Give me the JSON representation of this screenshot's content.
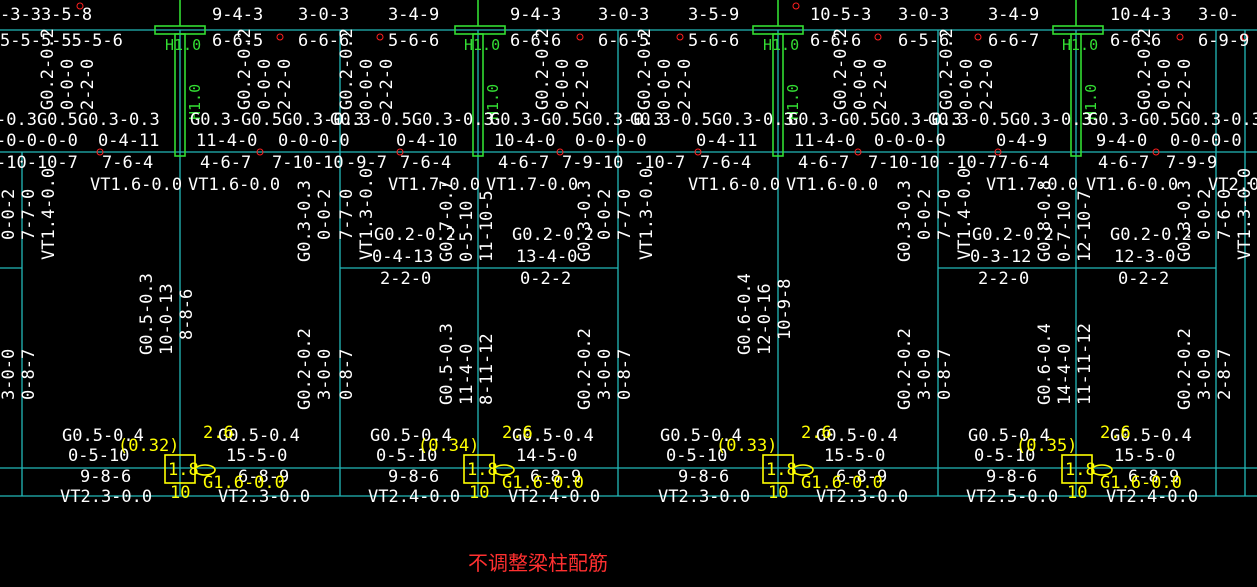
{
  "caption": "不调整梁柱配筋",
  "colors": {
    "background": "#000000",
    "text": "#ffffff",
    "grid": "#22b8b8",
    "column": "#33dd33",
    "joint": "#ffff00",
    "caption": "#ff2020"
  },
  "top_rebar": {
    "row1": [
      "-3-33-5-8",
      "9-4-3",
      "3-0-3",
      "3-4-9",
      "9-4-3",
      "3-0-3",
      "3-5-9",
      "10-5-3",
      "3-0-3",
      "3-4-9",
      "10-4-3",
      "3-0-"
    ],
    "row2": [
      "5-5-5-55-5-6",
      "6-6-5",
      "6-6-6",
      "5-6-6",
      "6-6-6",
      "6-6-5",
      "5-6-6",
      "6-6-6",
      "6-5-6",
      "6-6-7",
      "6-6-6",
      "6-9-9"
    ]
  },
  "column_labels": [
    "H1.0",
    "H1.0",
    "H1.0",
    "H1.0"
  ],
  "upper_beams": {
    "row1": [
      "-0.3G0.5G0.3-0.3",
      "G0.3-G0.5G0.3-0.3",
      "G0.3-0.5G0.3-0.3",
      "G0.3-G0.5G0.3-0.3",
      "G0.3-0.5G0.3-0.3",
      "G0.3-G0.5G0.3-0.3"
    ],
    "row2": [
      "-0-0-0-0",
      "0-4-11",
      "11-4-0",
      "0-0-0-0",
      "0-4-10",
      "10-4-0",
      "0-0-0-0",
      "0-4-11",
      "11-4-0",
      "0-0-0-0",
      "0-4-9",
      "9-4-0",
      "0-0-0-0"
    ],
    "row3": [
      "-10-10-7",
      "7-6-4",
      "4-6-7",
      "7-10-10",
      "-9-7",
      "7-6-4",
      "4-6-7",
      "7-9-10",
      "-10-7",
      "7-6-4",
      "4-6-7",
      "7-10-10",
      "-10-7",
      "7-6-4",
      "4-6-7",
      "7-9-9"
    ],
    "row4": [
      "VT1.6-0.0",
      "VT1.6-0.0",
      "VT1.7-0.0",
      "VT1.7-0.0",
      "VT1.6-0.0",
      "VT1.6-0.0",
      "VT1.7-0.0",
      "VT1.6-0.0",
      "VT2.0"
    ]
  },
  "vertical_upper": [
    "G0.2-0.2",
    "0-0-0",
    "2-2-0",
    "G0.2-0.2",
    "0-0-0",
    "2-2-0",
    "G0.2-0.2",
    "0-0-0",
    "2-2-0",
    "G0.2-0.2",
    "0-0-0",
    "2-2-0",
    "G0.2-0.2",
    "0-0-0",
    "2-2-0",
    "G0.2-0.2",
    "0-0-0",
    "2-2-0"
  ],
  "vertical_mid": [
    "0-0-2",
    "7-7-0",
    "VT1.4-0.0",
    "G0.3-0.3",
    "0-0-2",
    "7-7-0",
    "VT1.3-0.0",
    "G0.7-0.7",
    "0-5-10",
    "11-10-5",
    "G0.3-0.3",
    "0-0-2",
    "7-7-0",
    "VT1.3-0.0",
    "G0.3-0.3",
    "0-0-2",
    "7-7-0",
    "VT1.4-0.0",
    "G0.8-0.8",
    "0-7-10",
    "12-10-7",
    "G0.3-0.3",
    "0-0-2",
    "7-6-0",
    "VT1.3-0.0"
  ],
  "mid_beams": [
    {
      "a": "G0.2-0.2",
      "b": "0-4-13",
      "c": "2-2-0"
    },
    {
      "a": "G0.2-0.2",
      "b": "13-4-0",
      "c": "0-2-2"
    },
    {
      "a": "G0.2-0.2",
      "b": "0-3-12",
      "c": "2-2-0"
    },
    {
      "a": "G0.2-0.2",
      "b": "12-3-0",
      "c": "0-2-2"
    }
  ],
  "big_columns": [
    {
      "a": "G0.5-0.3",
      "b": "10-0-13",
      "c": "8-8-6"
    },
    {
      "a": "G0.6-0.4",
      "b": "12-0-16",
      "c": "10-9-8"
    }
  ],
  "lower_columns": [
    "3-0-0",
    "0-8-7",
    "G0.2-0.2",
    "3-0-0",
    "0-8-7",
    "G0.5-0.3",
    "11-4-0",
    "8-11-12",
    "G0.2-0.2",
    "3-0-0",
    "0-8-7",
    "G0.2-0.2",
    "3-0-0",
    "0-8-7",
    "G0.6-0.4",
    "14-4-0",
    "11-11-12",
    "G0.2-0.2",
    "3-0-0",
    "2-8-7"
  ],
  "lower_beams": [
    {
      "l1": "G0.5-0.4",
      "l2": "0-5-10",
      "l3": "9-8-6",
      "l4": "VT2.3-0.0",
      "r1": "G0.5-0.4",
      "r2": "15-5-0",
      "r3": "G1.6-0.0",
      "r3b": "6-8-9",
      "r4": "VT2.3-0.0",
      "joint": "(0.32)",
      "j1": "2.6",
      "j2": "1.8",
      "j3": "10"
    },
    {
      "l1": "G0.5-0.4",
      "l2": "0-5-10",
      "l3": "9-8-6",
      "l4": "VT2.4-0.0",
      "r1": "G0.5-0.4",
      "r2": "14-5-0",
      "r3": "G1.6-0.0",
      "r3b": "6-8-9",
      "r4": "VT2.4-0.0",
      "joint": "(0.34)",
      "j1": "2.6",
      "j2": "1.8",
      "j3": "10"
    },
    {
      "l1": "G0.5-0.4",
      "l2": "0-5-10",
      "l3": "9-8-6",
      "l4": "VT2.3-0.0",
      "r1": "G0.5-0.4",
      "r2": "15-5-0",
      "r3": "G1.6-0.0",
      "r3b": "6-8-9",
      "r4": "VT2.3-0.0",
      "joint": "(0.33)",
      "j1": "2.6",
      "j2": "1.8",
      "j3": "10"
    },
    {
      "l1": "G0.5-0.4",
      "l2": "0-5-10",
      "l3": "9-8-6",
      "l4": "VT2.5-0.0",
      "r1": "G0.5-0.4",
      "r2": "15-5-0",
      "r3": "G1.6-0.0",
      "r3b": "6-8-9",
      "r4": "VT2.4-0.0",
      "joint": "(0.35)",
      "j1": "2.6",
      "j2": "1.8",
      "j3": "10"
    }
  ]
}
